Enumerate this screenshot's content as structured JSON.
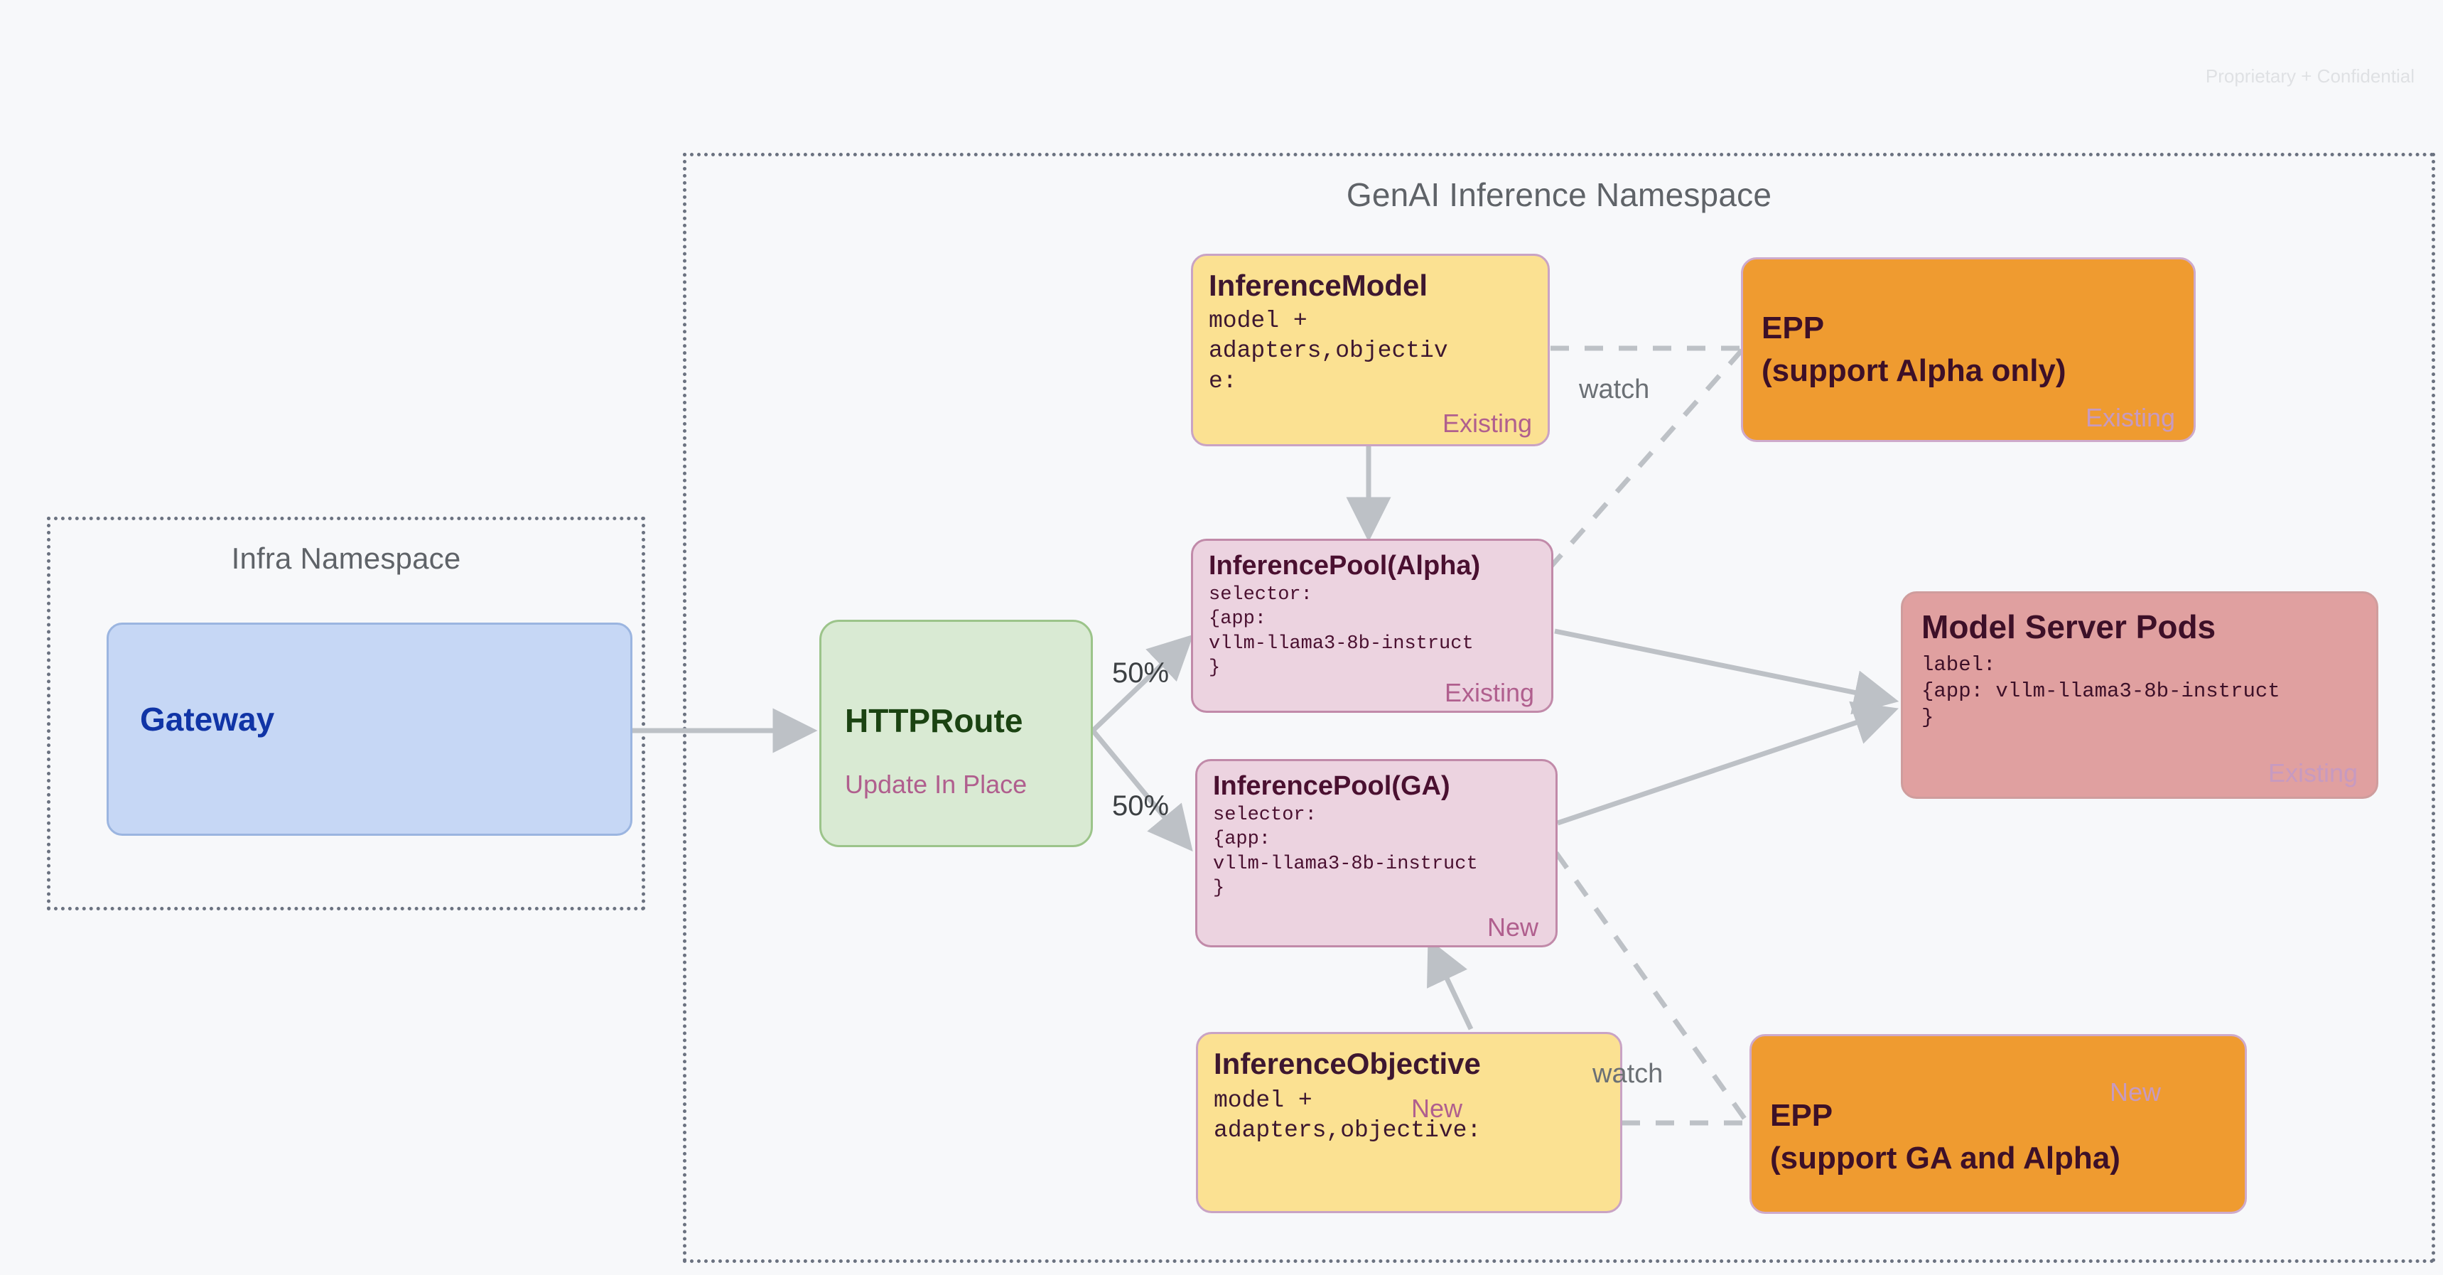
{
  "page": {
    "confidential_notice": "Proprietary + Confidential",
    "background_color": "#f7f8fa"
  },
  "namespaces": [
    {
      "id": "infra",
      "label": "Infra Namespace"
    },
    {
      "id": "genai",
      "label": "GenAI Inference Namespace"
    }
  ],
  "nodes": {
    "gateway": {
      "title": "Gateway",
      "tag": ""
    },
    "httproute": {
      "title": "HTTPRoute",
      "tag": "Update In Place"
    },
    "inference_model": {
      "title": "InferenceModel",
      "body": "model +\nadapters,objectiv\ne:",
      "tag": "Existing"
    },
    "inference_objective": {
      "title": "InferenceObjective",
      "body": "model +\nadapters,objective:",
      "tag": "New"
    },
    "inference_pool_alpha": {
      "title": "InferencePool(Alpha)",
      "body": "selector:\n{app:\nvllm-llama3-8b-instruct\n}",
      "tag": "Existing"
    },
    "inference_pool_ga": {
      "title": "InferencePool(GA)",
      "body": "selector:\n{app:\nvllm-llama3-8b-instruct\n}",
      "tag": "New"
    },
    "epp_alpha": {
      "title_line1": "EPP",
      "title_line2": "(support Alpha only)",
      "tag": "Existing"
    },
    "epp_ga": {
      "title_line1": "EPP",
      "title_line2": "(support GA and Alpha)",
      "tag": "New"
    },
    "model_server_pods": {
      "title": "Model Server Pods",
      "body": "label:\n{app: vllm-llama3-8b-instruct\n}",
      "tag": "Existing"
    }
  },
  "edges": {
    "split_top": "50%",
    "split_bottom": "50%",
    "watch_top": "watch",
    "watch_bottom": "watch"
  },
  "colors": {
    "yellow_fill": "#fbe192",
    "pink_fill": "#ecd3e0",
    "orange_fill": "#ef9b30",
    "red_fill": "#e0a0a0",
    "green_fill": "#d9ead3",
    "blue_fill": "#c6d7f5",
    "tag_existing": "#b05f8e",
    "tag_new": "#b05f8e",
    "tag_existing_on_orange": "#c79ac0",
    "tag_existing_on_red": "#c79ac0",
    "edge_stroke": "#bdc1c6",
    "namespace_border": "#6b7280"
  }
}
